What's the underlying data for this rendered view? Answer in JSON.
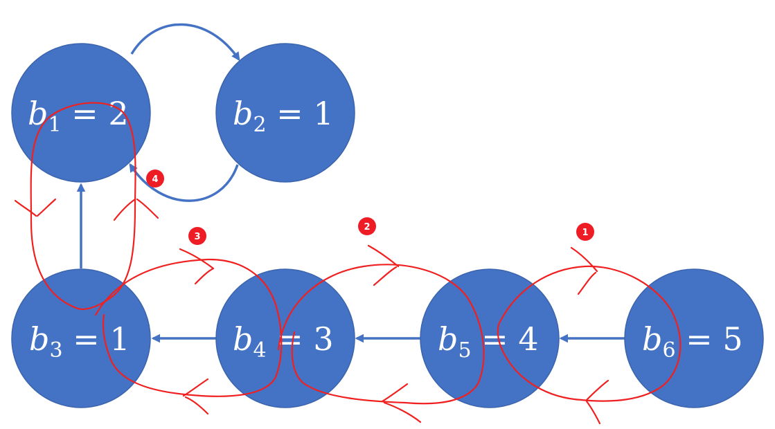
{
  "nodes": [
    {
      "id": "b1",
      "var": "b",
      "sub": "1",
      "eq": " = 2"
    },
    {
      "id": "b2",
      "var": "b",
      "sub": "2",
      "eq": " = 1"
    },
    {
      "id": "b3",
      "var": "b",
      "sub": "3",
      "eq": " = 1"
    },
    {
      "id": "b4",
      "var": "b",
      "sub": "4",
      "eq": " = 3"
    },
    {
      "id": "b5",
      "var": "b",
      "sub": "5",
      "eq": " = 4"
    },
    {
      "id": "b6",
      "var": "b",
      "sub": "6",
      "eq": " = 5"
    }
  ],
  "edges": [
    {
      "from": "b1",
      "to": "b2"
    },
    {
      "from": "b2",
      "to": "b1"
    },
    {
      "from": "b3",
      "to": "b1"
    },
    {
      "from": "b4",
      "to": "b3"
    },
    {
      "from": "b5",
      "to": "b4"
    },
    {
      "from": "b6",
      "to": "b5"
    }
  ],
  "badges": [
    "1",
    "2",
    "3",
    "4"
  ],
  "colors": {
    "node_fill": "#4472C4",
    "annotation": "#EE1C24"
  }
}
